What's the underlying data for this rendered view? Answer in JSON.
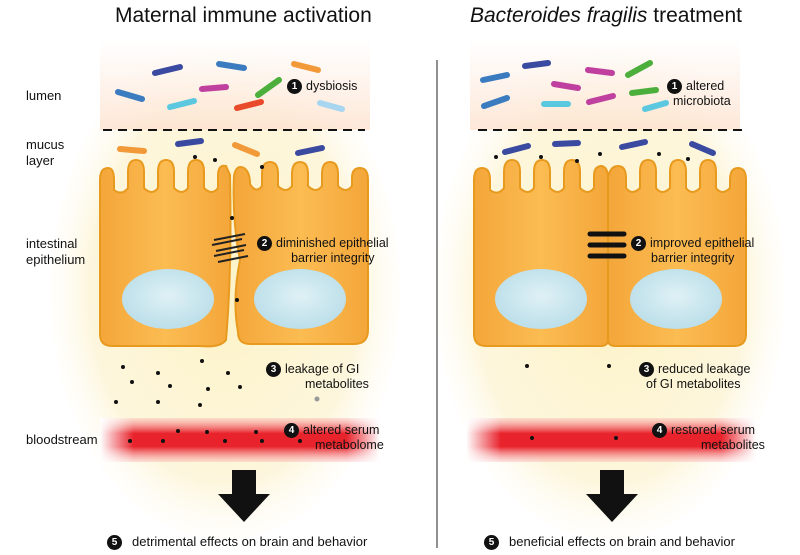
{
  "titles": {
    "left": "Maternal immune activation",
    "right_italic": "Bacteroides fragilis",
    "right_rest": " treatment"
  },
  "side_labels": {
    "lumen": "lumen",
    "mucus_1": "mucus",
    "mucus_2": "layer",
    "epith_1": "intestinal",
    "epith_2": "epithelium",
    "blood": "bloodstream"
  },
  "left_panel": {
    "a1": {
      "num": "1",
      "text": "dysbiosis"
    },
    "a2": {
      "num": "2",
      "line1": "diminished epithelial",
      "line2": "barrier integrity"
    },
    "a3": {
      "num": "3",
      "line1": "leakage of GI",
      "line2": "metabolites"
    },
    "a4": {
      "num": "4",
      "line1": "altered serum",
      "line2": "metabolome"
    },
    "a5": {
      "num": "5",
      "text": "detrimental effects on brain and behavior"
    }
  },
  "right_panel": {
    "a1": {
      "num": "1",
      "line1": "altered",
      "line2": "microbiota"
    },
    "a2": {
      "num": "2",
      "line1": "improved epithelial",
      "line2": "barrier integrity"
    },
    "a3": {
      "num": "3",
      "line1": "reduced leakage",
      "line2": "of GI metabolites"
    },
    "a4": {
      "num": "4",
      "line1": "restored serum",
      "line2": "metabolites"
    },
    "a5": {
      "num": "5",
      "text": "beneficial effects on brain and behavior"
    }
  },
  "colors": {
    "cell_fill": "#f9b545",
    "cell_stroke": "#e89a1e",
    "nucleus": "#c9e6ee",
    "blood": "#e8232c",
    "glow": "#fdf1c4",
    "bacteria_blue": "#3b7bbf",
    "bacteria_navy": "#3a4aa0",
    "bacteria_pink": "#c040a0",
    "bacteria_green": "#4caf3c",
    "bacteria_orange": "#f29a3a",
    "bacteria_cyan": "#5bc8e0",
    "bacteria_red": "#e84a2a"
  }
}
